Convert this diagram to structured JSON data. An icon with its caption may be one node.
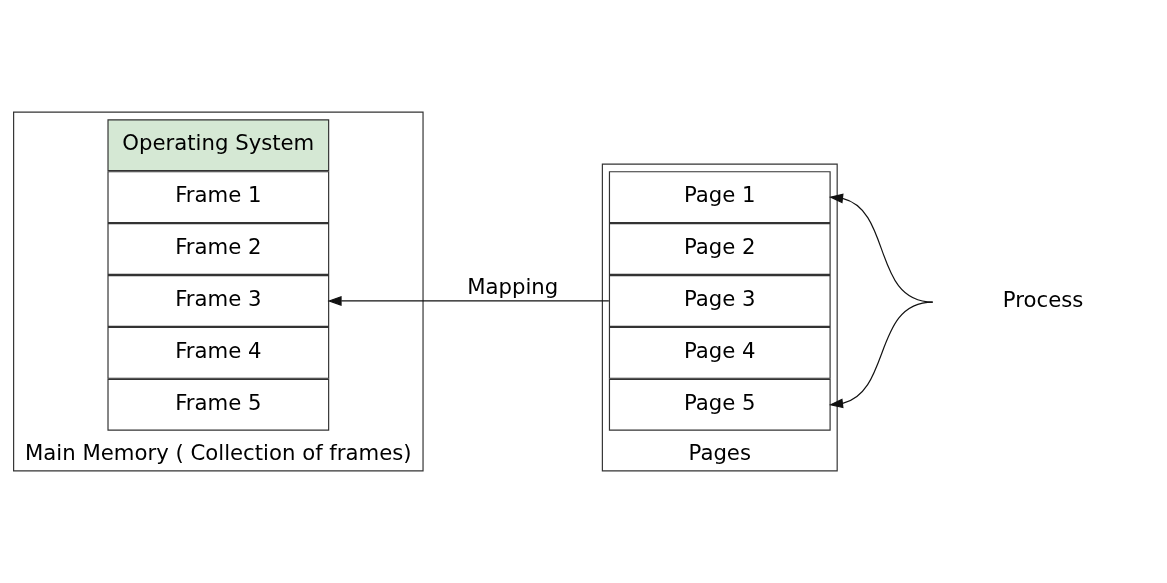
{
  "diagram": {
    "nodes": [
      {
        "text": [
          "Main Memory ( Collection of frames)"
        ]
      },
      {
        "text": [
          "Operating System"
        ],
        "in": 0
      },
      {
        "text": [
          "Frame 1"
        ],
        "in": 0
      },
      {
        "text": [
          "Frame 2"
        ],
        "in": 0
      },
      {
        "text": [
          "Frame 3"
        ],
        "in": 0
      },
      {
        "text": [
          "Frame 4"
        ],
        "in": 0
      },
      {
        "text": [
          "Frame 5"
        ],
        "in": 0
      },
      {
        "text": [
          "Pages"
        ]
      },
      {
        "text": [
          "Page 1"
        ],
        "in": 7
      },
      {
        "text": [
          "Page 2"
        ],
        "in": 7
      },
      {
        "text": [
          "Page 3"
        ],
        "in": 7
      },
      {
        "text": [
          "Page 4"
        ],
        "in": 7
      },
      {
        "text": [
          "Page 5"
        ],
        "in": 7
      },
      {
        "text": [
          "Process"
        ]
      }
    ],
    "edges": [
      {
        "from": 10,
        "to": 4,
        "arrow": "to",
        "label": "Mapping"
      },
      {
        "from": 13,
        "to": 8,
        "arrow": "to"
      },
      {
        "from": 13,
        "to": 12,
        "arrow": "to"
      }
    ]
  }
}
